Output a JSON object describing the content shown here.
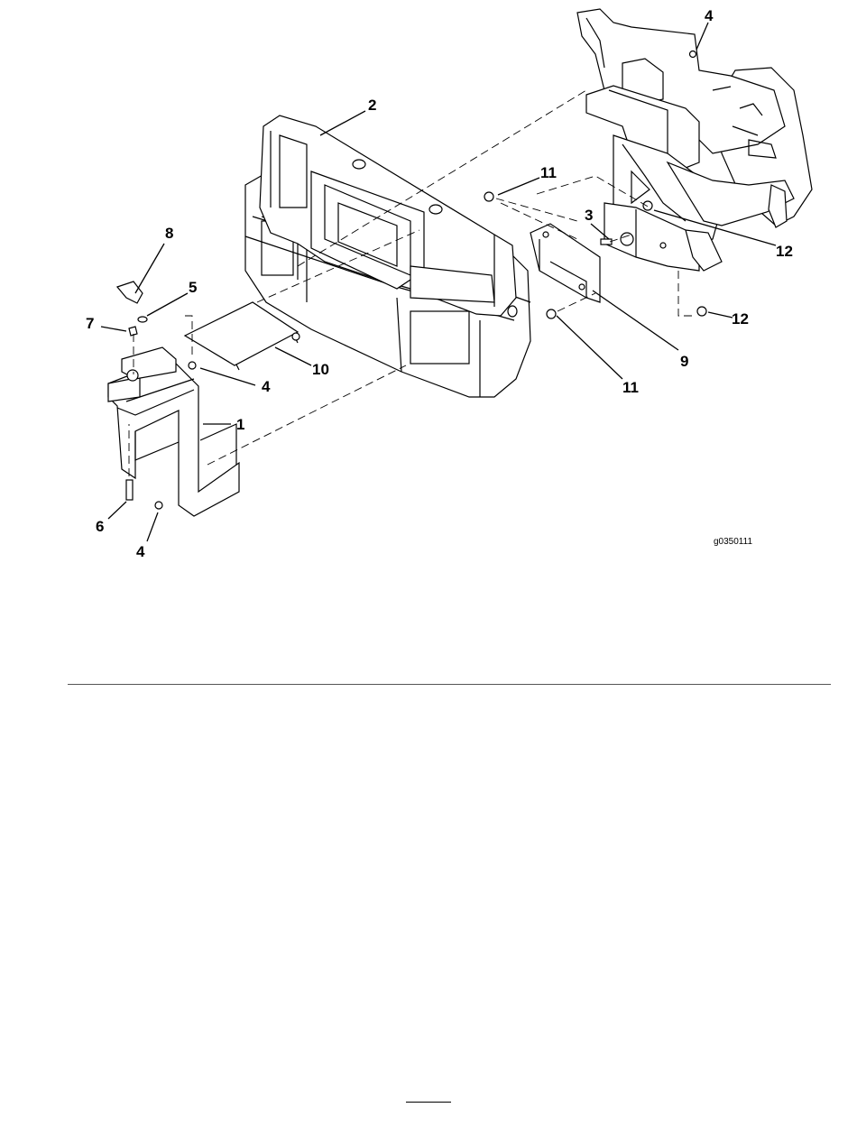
{
  "figure": {
    "id_label": "g0350111",
    "callouts": [
      {
        "key": "c1",
        "text": "1"
      },
      {
        "key": "c2",
        "text": "2"
      },
      {
        "key": "c3",
        "text": "3"
      },
      {
        "key": "c4a",
        "text": "4"
      },
      {
        "key": "c4b",
        "text": "4"
      },
      {
        "key": "c4c",
        "text": "4"
      },
      {
        "key": "c5",
        "text": "5"
      },
      {
        "key": "c6",
        "text": "6"
      },
      {
        "key": "c7",
        "text": "7"
      },
      {
        "key": "c8",
        "text": "8"
      },
      {
        "key": "c9",
        "text": "9"
      },
      {
        "key": "c10",
        "text": "10"
      },
      {
        "key": "c11a",
        "text": "11"
      },
      {
        "key": "c11b",
        "text": "11"
      },
      {
        "key": "c12a",
        "text": "12"
      },
      {
        "key": "c12b",
        "text": "12"
      }
    ]
  }
}
